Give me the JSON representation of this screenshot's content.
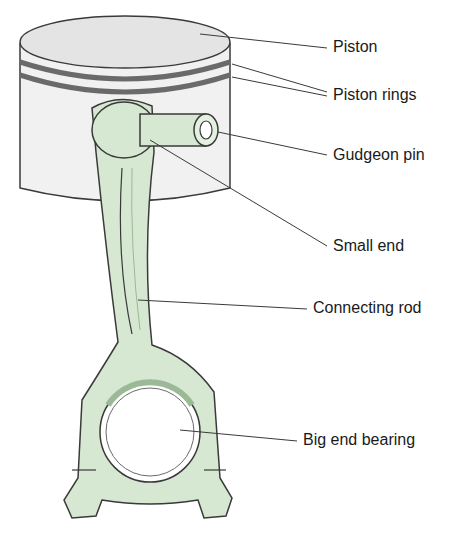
{
  "diagram": {
    "labels": [
      "Piston",
      "Piston rings",
      "Gudgeon pin",
      "Small end",
      "Connecting rod",
      "Big end bearing"
    ]
  }
}
